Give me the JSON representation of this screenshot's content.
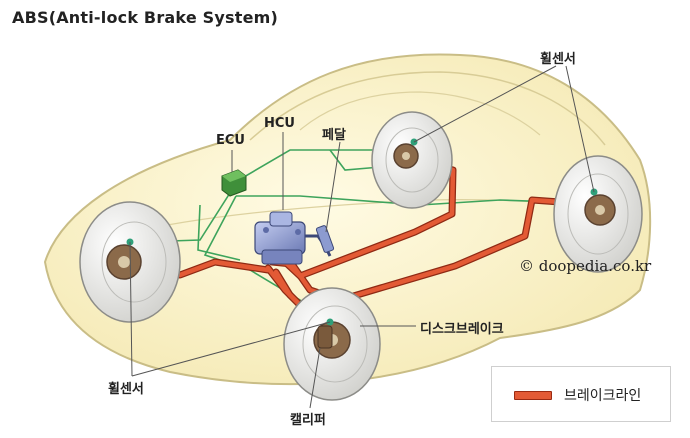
{
  "title": "ABS(Anti-lock Brake System)",
  "labels": {
    "ecu": "ECU",
    "hcu": "HCU",
    "pedal": "페달",
    "wheel_sensor_top": "휠센서",
    "wheel_sensor_bottom": "휠센서",
    "disc_brake": "디스크브레이크",
    "caliper": "캘리퍼"
  },
  "credit": "© doopedia.co.kr",
  "legend": {
    "label": "브레이크라인"
  },
  "colors": {
    "car_fill": "#fbf3c9",
    "car_outline": "#c9bd86",
    "brake_line": "#e35a35",
    "brake_line_outline": "#8f2a14",
    "sensor_wire": "#3ea45c",
    "ecu": "#3f8f3a",
    "hcu": "#8c9bd0",
    "tire": "#f0f0ee",
    "disc": "#8b6a4a"
  }
}
